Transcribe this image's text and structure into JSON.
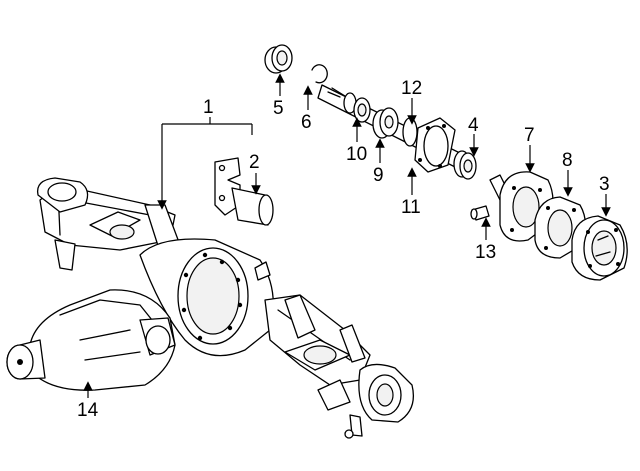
{
  "diagram": {
    "title": "Rear axle housing and differential exploded view",
    "callouts": [
      {
        "id": "1",
        "label": "1"
      },
      {
        "id": "2",
        "label": "2"
      },
      {
        "id": "3",
        "label": "3"
      },
      {
        "id": "4",
        "label": "4"
      },
      {
        "id": "5",
        "label": "5"
      },
      {
        "id": "6",
        "label": "6"
      },
      {
        "id": "7",
        "label": "7"
      },
      {
        "id": "8",
        "label": "8"
      },
      {
        "id": "9",
        "label": "9"
      },
      {
        "id": "10",
        "label": "10"
      },
      {
        "id": "11",
        "label": "11"
      },
      {
        "id": "12",
        "label": "12"
      },
      {
        "id": "13",
        "label": "13"
      },
      {
        "id": "14",
        "label": "14"
      }
    ]
  }
}
